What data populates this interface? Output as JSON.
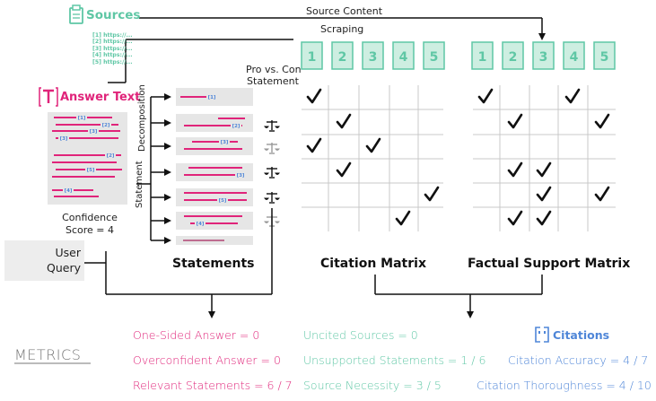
{
  "sources": {
    "title": "Sources",
    "list": [
      "[1] https://...",
      "[2] https://...",
      "[3] https://...",
      "[4] https://...",
      "[5] https://..."
    ]
  },
  "labels": {
    "source_content": "Source Content",
    "scraping": "Scraping",
    "pro_con_line1": "Pro vs. Con",
    "pro_con_line2": "Statement",
    "answer_text": "Answer Text",
    "confidence_line1": "Confidence",
    "confidence_line2": "Score = 4",
    "user_query_line1": "User",
    "user_query_line2": "Query",
    "decomposition": "Decomposition",
    "statement": "Statement",
    "statements_title": "Statements",
    "citation_matrix_title": "Citation Matrix",
    "factual_matrix_title": "Factual Support Matrix",
    "metrics": "METRICS",
    "citations": "Citations"
  },
  "source_numbers": [
    "1",
    "2",
    "3",
    "4",
    "5"
  ],
  "statement_citations": [
    "[1]",
    "[2]",
    "[3]",
    "[3]",
    "[5]",
    "[4]",
    ""
  ],
  "answer_citations": [
    "[1]",
    "[2]",
    "[3]",
    "[3]",
    "[2]",
    "[5]",
    "[4]"
  ],
  "citation_matrix_checks": [
    [
      0,
      0
    ],
    [
      1,
      1
    ],
    [
      2,
      0
    ],
    [
      2,
      2
    ],
    [
      3,
      1
    ],
    [
      4,
      4
    ],
    [
      5,
      3
    ]
  ],
  "factual_matrix_checks": [
    [
      0,
      0
    ],
    [
      0,
      3
    ],
    [
      1,
      1
    ],
    [
      1,
      4
    ],
    [
      3,
      1
    ],
    [
      3,
      2
    ],
    [
      4,
      2
    ],
    [
      4,
      4
    ],
    [
      5,
      1
    ],
    [
      5,
      2
    ]
  ],
  "metrics": {
    "one_sided": "One-Sided Answer = 0",
    "overconfident": "Overconfident Answer = 0",
    "relevant": "Relevant Statements = 6 / 7",
    "uncited": "Uncited Sources = 0",
    "unsupported": "Unsupported Statements = 1 / 6",
    "necessity": "Source Necessity = 3 / 5",
    "accuracy": "Citation Accuracy = 4 / 7",
    "thoroughness": "Citation Thoroughness = 4 / 10"
  },
  "colors": {
    "pink": "#e0247a",
    "green": "#5fc7a5",
    "light_green": "#cdeee1",
    "blue": "#4f86d8",
    "grid": "#c8c8c8",
    "gray_box": "#e6e6e6"
  }
}
